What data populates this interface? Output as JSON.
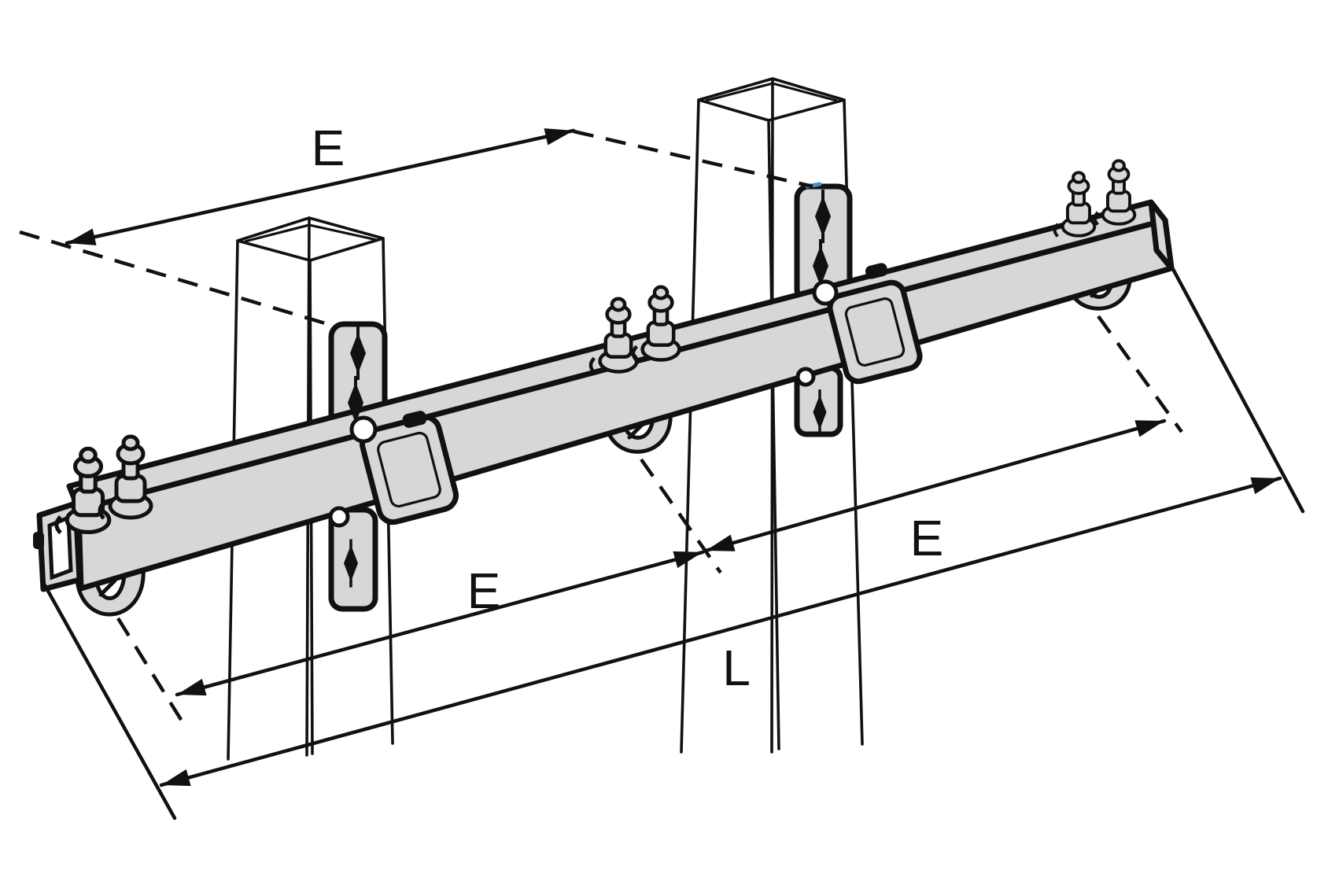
{
  "diagram": {
    "type": "isometric-technical-drawing",
    "subject": "crossarm-beam-mounted-on-two-square-posts-with-brackets-clamps-and-u-bolts",
    "labels": {
      "dim_top": "E",
      "dim_bottom": "E",
      "dim_right": "E",
      "dim_total": "L"
    },
    "colors": {
      "line": "#111111",
      "metal_fill": "#d6d7d9",
      "background": "#ffffff",
      "accent_tick": "#4a90c4"
    }
  }
}
